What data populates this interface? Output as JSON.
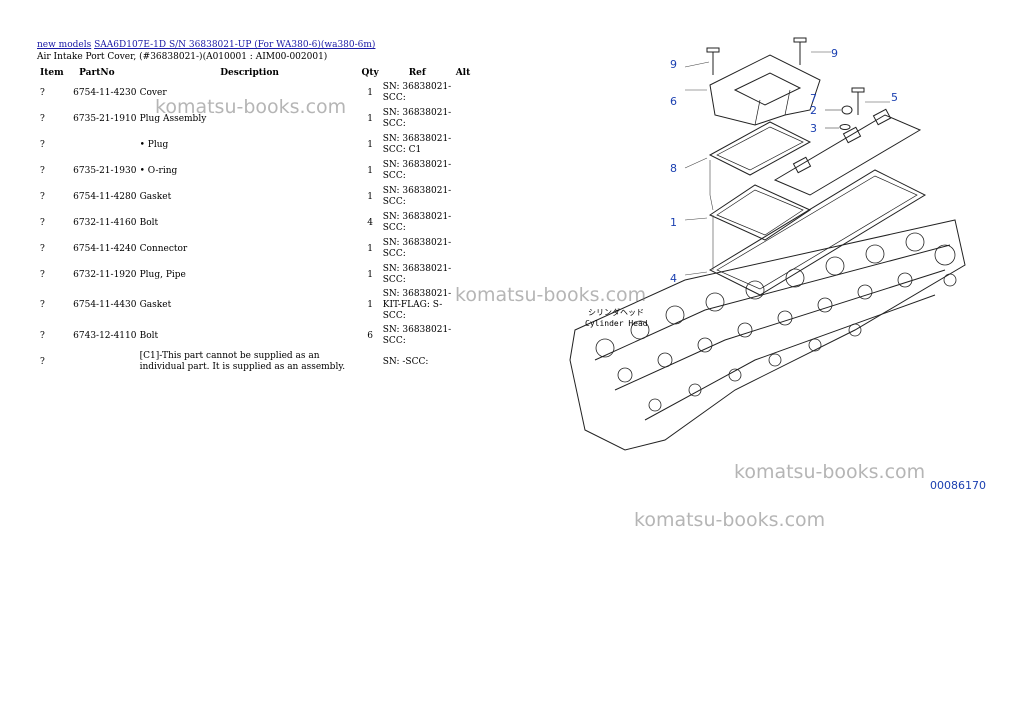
{
  "breadcrumb": {
    "link1": "new models",
    "link2": "SAA6D107E-1D S/N 36838021-UP (For WA380-6)(wa380-6m)"
  },
  "subtitle": "Air Intake Port Cover, (#36838021-)(A010001 : AIM00-002001)",
  "table": {
    "headers": {
      "item": "Item",
      "partno": "PartNo",
      "description": "Description",
      "qty": "Qty",
      "ref": "Ref",
      "alt": "Alt"
    },
    "rows": [
      {
        "item": "?",
        "partno": "6754-11-4230",
        "description": "Cover",
        "qty": "1",
        "ref": "SN: 36838021-SCC:"
      },
      {
        "item": "?",
        "partno": "6735-21-1910",
        "description": "Plug Assembly",
        "qty": "1",
        "ref": "SN: 36838021-SCC:"
      },
      {
        "item": "?",
        "partno": "",
        "description": "• Plug",
        "qty": "1",
        "ref": "SN: 36838021-SCC: C1"
      },
      {
        "item": "?",
        "partno": "6735-21-1930",
        "description": "• O-ring",
        "qty": "1",
        "ref": "SN: 36838021-SCC:"
      },
      {
        "item": "?",
        "partno": "6754-11-4280",
        "description": "Gasket",
        "qty": "1",
        "ref": "SN: 36838021-SCC:"
      },
      {
        "item": "?",
        "partno": "6732-11-4160",
        "description": "Bolt",
        "qty": "4",
        "ref": "SN: 36838021-SCC:"
      },
      {
        "item": "?",
        "partno": "6754-11-4240",
        "description": "Connector",
        "qty": "1",
        "ref": "SN: 36838021-SCC:"
      },
      {
        "item": "?",
        "partno": "6732-11-1920",
        "description": "Plug, Pipe",
        "qty": "1",
        "ref": "SN: 36838021-SCC:"
      },
      {
        "item": "?",
        "partno": "6754-11-4430",
        "description": "Gasket",
        "qty": "1",
        "ref": "SN: 36838021-KIT-FLAG: S-SCC:"
      },
      {
        "item": "?",
        "partno": "6743-12-4110",
        "description": "Bolt",
        "qty": "6",
        "ref": "SN: 36838021-SCC:"
      },
      {
        "item": "?",
        "partno": "",
        "description": "[C1]-This part cannot be supplied as an individual part. It is supplied as an assembly.",
        "qty": "",
        "ref": "SN: -SCC:"
      }
    ]
  },
  "watermarks": [
    "komatsu-books.com",
    "komatsu-books.com",
    "komatsu-books.com",
    "komatsu-books.com"
  ],
  "diagram": {
    "callouts": [
      "9",
      "9",
      "6",
      "7",
      "5",
      "2",
      "3",
      "8",
      "1",
      "4"
    ],
    "cylinder_head_jp": "シリンダヘッド",
    "cylinder_head_en": "Cylinder Head",
    "figure_id": "00086170",
    "callout_color": "#1a3fb0"
  }
}
